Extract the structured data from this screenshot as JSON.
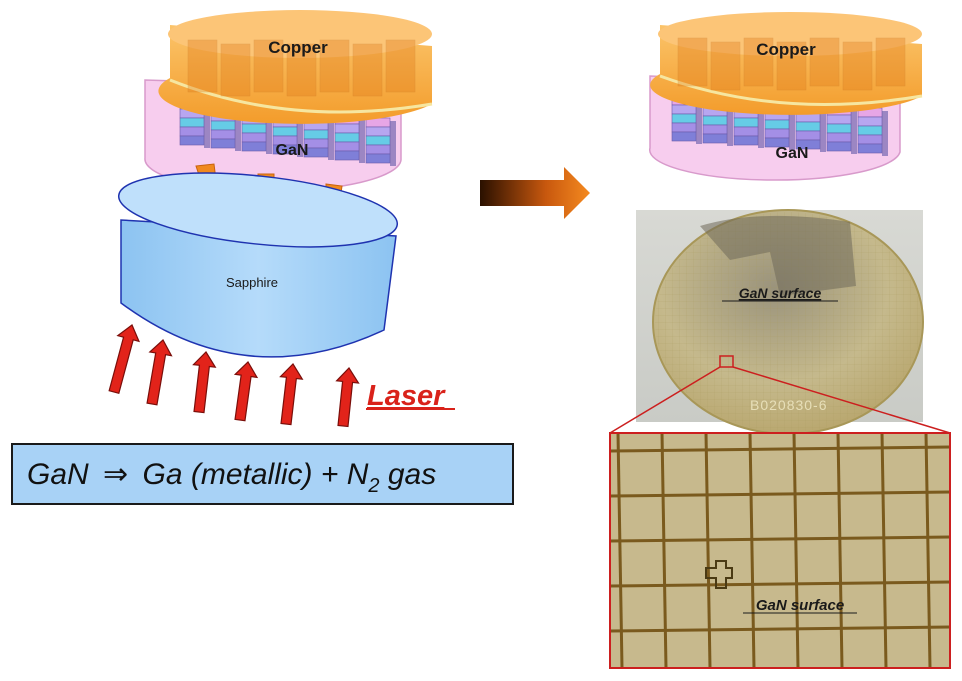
{
  "left_stack": {
    "metal_label": "Copper",
    "layer_label": "GaN",
    "substrate_label": "Sapphire"
  },
  "laser_label": "Laser",
  "equation": {
    "reactant": "GaN",
    "arrow": "⇒",
    "product": "Ga (metallic) + N",
    "subscript": "2",
    "suffix": "gas"
  },
  "right_stack": {
    "metal_label": "Copper",
    "layer_label": "GaN"
  },
  "wafer_photo": {
    "surface_label": "GaN surface",
    "wafer_marking": "B020830-6"
  },
  "micrograph": {
    "surface_label": "GaN surface"
  },
  "colors": {
    "copper": "#f7a93a",
    "gan_shell": "#f7c8ec",
    "sapphire": "#a9d3f7",
    "laser": "#e2231a",
    "process_arrow": "#f07a1a",
    "equation_box": "#a8d2f6",
    "zoom_box": "#cc1f1f"
  },
  "icons": {
    "down_arrow": "orange-down-arrow-icon",
    "up_arrow": "red-up-arrow-icon",
    "process_arrow": "process-arrow-icon"
  }
}
